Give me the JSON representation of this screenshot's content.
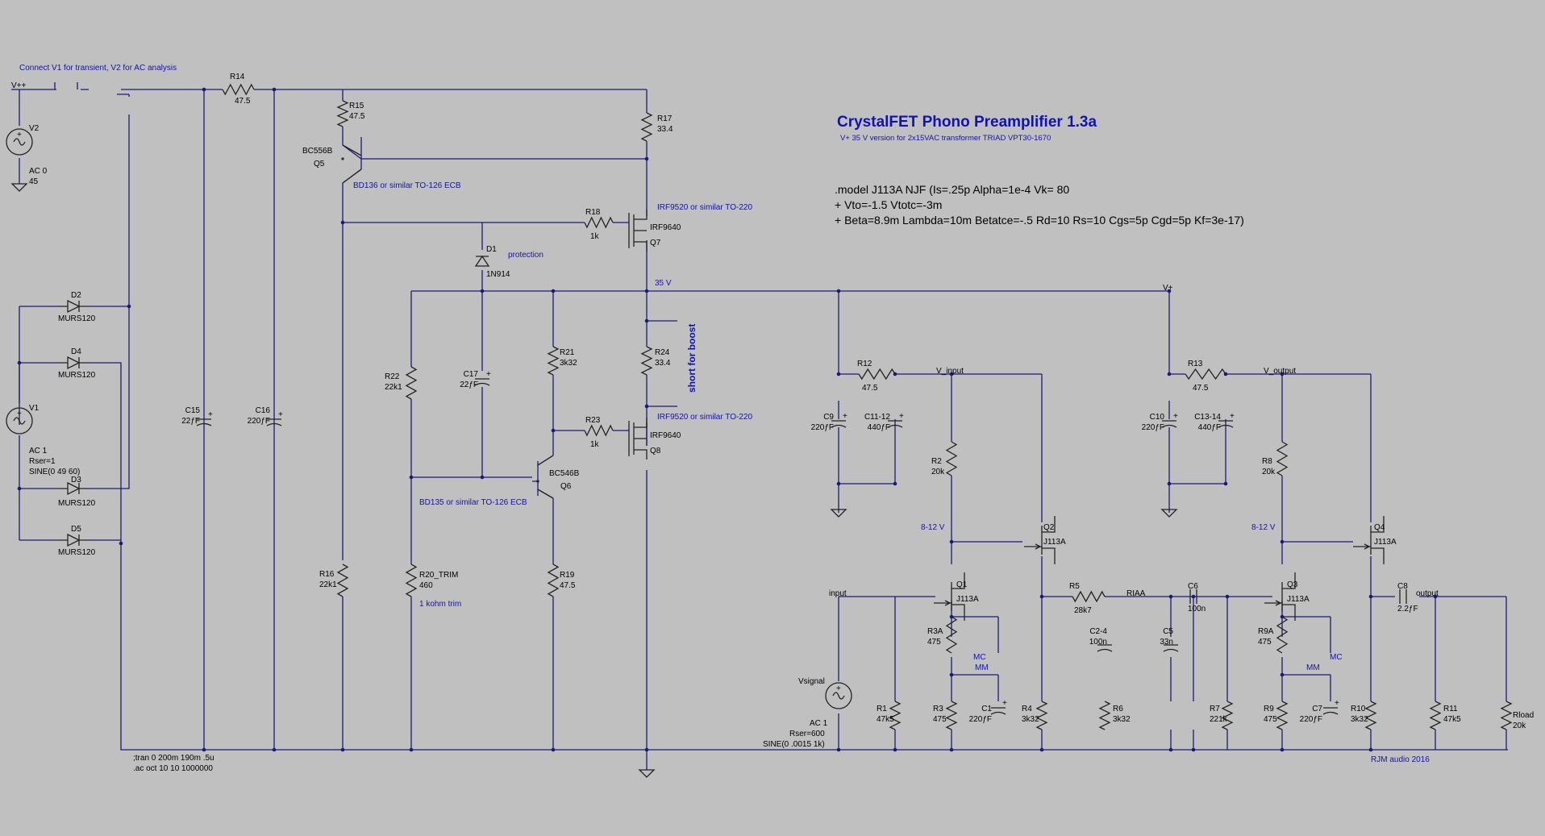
{
  "title": "CrystalFET Phono Preamplifier 1.3a",
  "subtitle": "V+ 35 V version for 2x15VAC transformer TRIAD VPT30-1670",
  "model_lines": [
    ".model J113A NJF (Is=.25p Alpha=1e-4 Vk= 80",
    "+ Vto=-1.5 Vtotc=-3m",
    "+ Beta=8.9m Lambda=10m Betatce=-.5 Rd=10 Rs=10 Cgs=5p Cgd=5p Kf=3e-17)"
  ],
  "notes": {
    "connect": "Connect V1 for transient, V2 for AC analysis",
    "vpp": "V++",
    "tran": ";tran 0 200m 190m .5u",
    "ac": ".ac oct 10 10 1000000",
    "author": "RJM audio 2016",
    "bd136": "BD136 or similar TO-126 ECB",
    "bd135": "BD135 or similar TO-126 ECB",
    "irf1": "IRF9520 or similar TO-220",
    "irf2": "IRF9520 or similar TO-220",
    "protection": "protection",
    "short": "short for boost",
    "trim": "1 kohm trim",
    "v35": "35 V",
    "vplus": "V+",
    "v_input": "V_input",
    "v_output": "V_output",
    "bias1": "8-12 V",
    "bias2": "8-12 V",
    "input": "input",
    "output": "output",
    "riaa": "RIAA",
    "mc1": "MC",
    "mm1": "MM",
    "mc2": "MC",
    "mm2": "MM"
  },
  "sources": {
    "V2": {
      "name": "V2",
      "l1": "AC 0",
      "l2": "45"
    },
    "V1": {
      "name": "V1",
      "l1": "AC 1",
      "l2": "Rser=1",
      "l3": "SINE(0 49 60)"
    },
    "Vsig": {
      "name": "Vsignal",
      "l1": "AC 1",
      "l2": "Rser=600",
      "l3": "SINE(0 .0015 1k)"
    }
  },
  "parts": {
    "R14": [
      "R14",
      "47.5"
    ],
    "R15": [
      "R15",
      "47.5"
    ],
    "R17": [
      "R17",
      "33.4"
    ],
    "R18": [
      "R18",
      "1k"
    ],
    "R16": [
      "R16",
      "22k1"
    ],
    "R22": [
      "R22",
      "22k1"
    ],
    "R20": [
      "R20_TRIM",
      "460"
    ],
    "R21": [
      "R21",
      "3k32"
    ],
    "R19": [
      "R19",
      "47.5"
    ],
    "R23": [
      "R23",
      "1k"
    ],
    "R24": [
      "R24",
      "33.4"
    ],
    "R12": [
      "R12",
      "47.5"
    ],
    "R13": [
      "R13",
      "47.5"
    ],
    "R2": [
      "R2",
      "20k"
    ],
    "R8": [
      "R8",
      "20k"
    ],
    "R3A": [
      "R3A",
      "475"
    ],
    "R9A": [
      "R9A",
      "475"
    ],
    "R3": [
      "R3",
      "475"
    ],
    "R9": [
      "R9",
      "475"
    ],
    "R1": [
      "R1",
      "47k5"
    ],
    "R4": [
      "R4",
      "3k32"
    ],
    "R5": [
      "R5",
      "28k7"
    ],
    "R6": [
      "R6",
      "3k32"
    ],
    "R7": [
      "R7",
      "221k"
    ],
    "R10": [
      "R10",
      "3k32"
    ],
    "R11": [
      "R11",
      "47k5"
    ],
    "Rload": [
      "Rload",
      "20k"
    ],
    "C15": [
      "C15",
      "22ƒF"
    ],
    "C16": [
      "C16",
      "220ƒF"
    ],
    "C17": [
      "C17",
      "22ƒF"
    ],
    "C9": [
      "C9",
      "220ƒF"
    ],
    "C11": [
      "C11-12",
      "440ƒF"
    ],
    "C10": [
      "C10",
      "220ƒF"
    ],
    "C13": [
      "C13-14",
      "440ƒF"
    ],
    "C1": [
      "C1",
      "220ƒF"
    ],
    "C7": [
      "C7",
      "220ƒF"
    ],
    "C24": [
      "C2-4",
      "100n"
    ],
    "C5": [
      "C5",
      "33n"
    ],
    "C6": [
      "C6",
      "100n"
    ],
    "C8": [
      "C8",
      "2.2ƒF"
    ],
    "D1": [
      "D1",
      "1N914"
    ],
    "D2": [
      "D2",
      "MURS120"
    ],
    "D4": [
      "D4",
      "MURS120"
    ],
    "D3": [
      "D3",
      "MURS120"
    ],
    "D5": [
      "D5",
      "MURS120"
    ],
    "Q5": [
      "Q5",
      "BC556B"
    ],
    "Q6": [
      "Q6",
      "BC546B"
    ],
    "Q7": [
      "Q7",
      "IRF9640"
    ],
    "Q8": [
      "Q8",
      "IRF9640"
    ],
    "Q1": [
      "Q1",
      "J113A"
    ],
    "Q2": [
      "Q2",
      "J113A"
    ],
    "Q3": [
      "Q3",
      "J113A"
    ],
    "Q4": [
      "Q4",
      "J113A"
    ]
  }
}
